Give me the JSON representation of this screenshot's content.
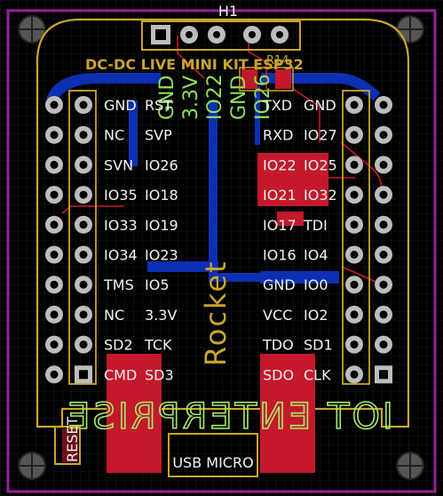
{
  "board": {
    "header_label": "H1",
    "silkscreen_title": "DC-DC LIVE MINI KIT ESP32",
    "component_label": "R14",
    "brand_vertical": "Rocket",
    "enterprise_text": "IOT ENTERPRISE",
    "usb_label": "USB MICRO",
    "reset_label": "RESET",
    "header_pins": [
      "GND",
      "3.3V",
      "IO22",
      "GND",
      "IO26"
    ]
  },
  "left_pins": [
    {
      "a": "GND",
      "b": "RST"
    },
    {
      "a": "NC",
      "b": "SVP"
    },
    {
      "a": "SVN",
      "b": "IO26"
    },
    {
      "a": "IO35",
      "b": "IO18"
    },
    {
      "a": "IO33",
      "b": "IO19"
    },
    {
      "a": "IO34",
      "b": "IO23"
    },
    {
      "a": "TMS",
      "b": "IO5"
    },
    {
      "a": "NC",
      "b": "3.3V"
    },
    {
      "a": "SD2",
      "b": "TCK"
    },
    {
      "a": "CMD",
      "b": "SD3"
    }
  ],
  "right_pins": [
    {
      "a": "TXD",
      "b": "GND"
    },
    {
      "a": "RXD",
      "b": "IO27"
    },
    {
      "a": "IO22",
      "b": "IO25"
    },
    {
      "a": "IO21",
      "b": "IO32"
    },
    {
      "a": "IO17",
      "b": "TDI"
    },
    {
      "a": "IO16",
      "b": "IO4"
    },
    {
      "a": "GND",
      "b": "IO0"
    },
    {
      "a": "VCC",
      "b": "IO2"
    },
    {
      "a": "TDO",
      "b": "SD1"
    },
    {
      "a": "SDO",
      "b": "CLK"
    }
  ],
  "colors": {
    "background": "#000000",
    "board_outline": "#9b1f9b",
    "silkscreen": "#c9a52a",
    "top_copper": "#c4182b",
    "bottom_copper": "#0d2fb3",
    "label_text": "#f2f2f2",
    "enterprise_text": "#8fe05a"
  }
}
